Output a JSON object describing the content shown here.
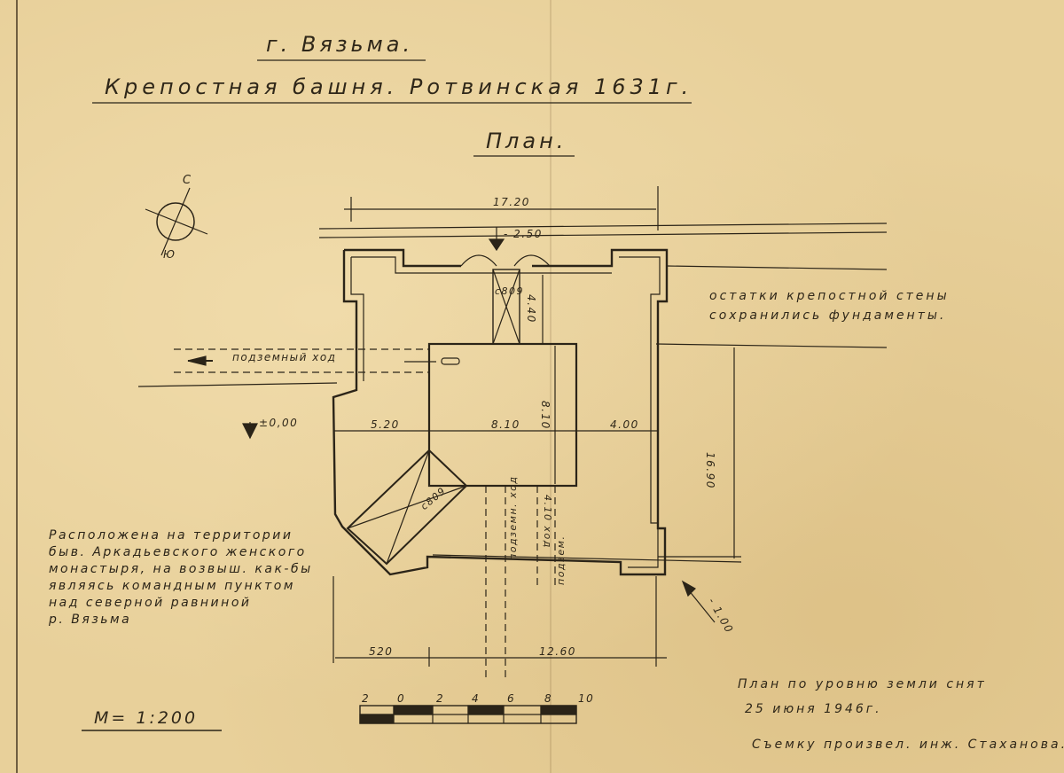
{
  "title": {
    "city": "г. Вязьма.",
    "subject": "Крепостная башня. Ротвинская 1631г.",
    "plan_label": "План."
  },
  "compass": {
    "north": "С",
    "south": "Ю"
  },
  "dimensions": {
    "overall_width": "17.20",
    "width_left": "5.20",
    "width_center": "8.10",
    "width_right": "4.00",
    "bottom_left": "520",
    "bottom_right": "12.60",
    "overall_height": "16.90",
    "top_depth": "4.40",
    "center_height": "8.10",
    "passage_depth": "4.10 ход"
  },
  "levels": {
    "top": "- 2.50",
    "zero": "±0,00",
    "bottom": "- 1.00"
  },
  "labels": {
    "underground_passage": "подземный ход",
    "underground_vertical_1": "подземн. ход",
    "underground_vertical_2": "подзем.",
    "pit_1": "с809",
    "pit_2": "с809"
  },
  "notes": {
    "wall_remains_line1": "остатки крепостной стены",
    "wall_remains_line2": "сохранились фундаменты."
  },
  "description": [
    "Расположена на территории",
    "быв. Аркадьевского женского",
    "монастыря, на возвыш. как-бы",
    "являясь командным пунктом",
    "над северной равниной",
    "р. Вязьма"
  ],
  "scale_bar": {
    "ticks": [
      "2",
      "0",
      "2",
      "4",
      "6",
      "8",
      "10"
    ],
    "ratio": "М= 1:200"
  },
  "survey": {
    "line1": "План по уровню земли снят",
    "line2": "25 июня 1946г.",
    "line3": "Съемку произвел. инж. Стаханова."
  },
  "colors": {
    "paper": "#e8d09a",
    "ink": "#2b2418"
  }
}
